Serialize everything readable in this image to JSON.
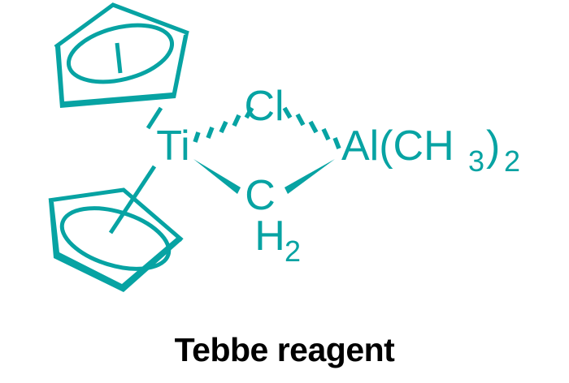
{
  "figure": {
    "caption": "Tebbe reagent",
    "caption_color": "#000000",
    "background": "#ffffff",
    "structure_color": "#07A3A3"
  },
  "molecule": {
    "name": "Tebbe reagent",
    "formula_parts": {
      "metal": "Ti",
      "bridging_halide": "Cl",
      "bridging_carbon": "C",
      "bridging_carbon_hydrogens": "H",
      "bridging_carbon_hydrogen_count": "2",
      "aluminum": "Al",
      "aluminum_open_paren": "(",
      "aluminum_methyl_c": "C",
      "aluminum_methyl_h": "H",
      "aluminum_methyl_h_count": "3",
      "aluminum_close_paren": ")",
      "aluminum_methyl_count": "2"
    },
    "labels": {
      "ti": "Ti",
      "cl": "Cl",
      "c": "C",
      "h2_h": "H",
      "h2_sub": "2",
      "al_group": "Al(CH",
      "al_group_sub3": "3",
      "al_group_tail": ")",
      "al_group_sub2": "2"
    },
    "ligands": [
      {
        "name": "cyclopentadienyl-upper",
        "symbol": "Cp"
      },
      {
        "name": "cyclopentadienyl-lower",
        "symbol": "Cp"
      }
    ],
    "bonds": [
      {
        "name": "ti-cp-upper",
        "style": "plain-line"
      },
      {
        "name": "ti-cp-lower",
        "style": "plain-line"
      },
      {
        "name": "ti-cl",
        "style": "hashed-wedge"
      },
      {
        "name": "cl-al",
        "style": "hashed-wedge"
      },
      {
        "name": "ti-c",
        "style": "solid-wedge"
      },
      {
        "name": "c-al",
        "style": "solid-wedge"
      }
    ]
  }
}
